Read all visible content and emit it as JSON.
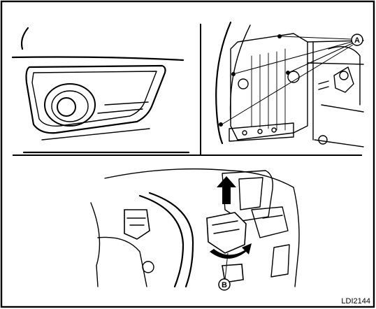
{
  "callouts": {
    "a": "A",
    "b": "B"
  },
  "figure_id": "LDI2144"
}
